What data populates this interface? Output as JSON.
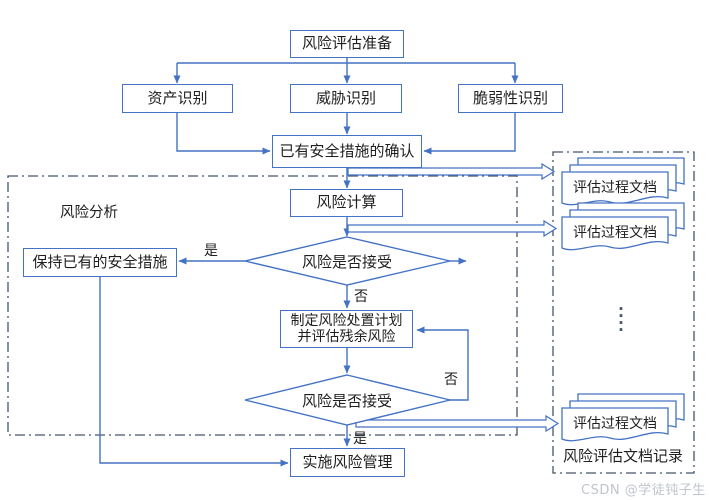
{
  "flowchart": {
    "region_label": "风险分析",
    "nodes": {
      "prepare": "风险评估准备",
      "asset": "资产识别",
      "threat": "威胁识别",
      "vulnerability": "脆弱性识别",
      "confirm_measures": "已有安全措施的确认",
      "risk_calc": "风险计算",
      "decision_accept_1": "风险是否接受",
      "keep_measures": "保持已有的安全措施",
      "treatment_plan": "制定风险处置计划\n并评估残余风险",
      "decision_accept_2": "风险是否接受",
      "implement": "实施风险管理"
    },
    "edge_labels": {
      "yes1": "是",
      "no1": "否",
      "no2": "否",
      "yes2": "是"
    },
    "right_panel": {
      "doc1": "评估过程文档",
      "doc2": "评估过程文档",
      "doc3": "评估过程文档",
      "ellipsis": "·\n·\n·\n·",
      "panel_label": "风险评估文档记录"
    },
    "watermark": "CSDN @学徒钝子生",
    "colors": {
      "line": "#4472C4",
      "dash_border": "#44546A",
      "text": "#1F1F1F",
      "watermark": "#BFC5CE"
    }
  }
}
